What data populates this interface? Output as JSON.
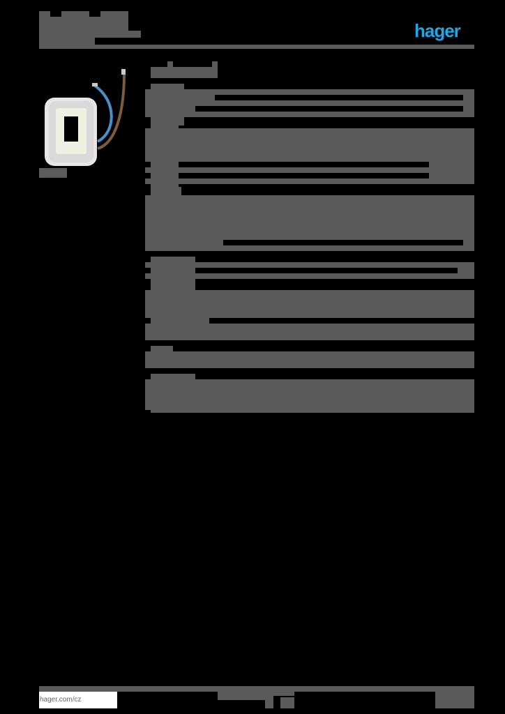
{
  "header": {
    "brand_logo": "hager",
    "brand_color": "#21a5e4",
    "title_block": "",
    "subtitle_block": ""
  },
  "product": {
    "image": "wall-frame-with-wires",
    "caption": ""
  },
  "main": {
    "heading": "",
    "sections": [
      {
        "label": "",
        "rows": 3
      },
      {
        "label": "",
        "rows": 4
      },
      {
        "label": "",
        "rows": 4
      },
      {
        "label": "",
        "rows": 2
      },
      {
        "label": "",
        "rows": 3
      },
      {
        "label": "",
        "rows": 1
      },
      {
        "label": "",
        "rows": 2
      }
    ]
  },
  "colors": {
    "block_gray": "#5a5b5b",
    "background": "#000000"
  },
  "footer": {
    "website": "hager.com/cz",
    "center_block": "",
    "right_block": ""
  }
}
